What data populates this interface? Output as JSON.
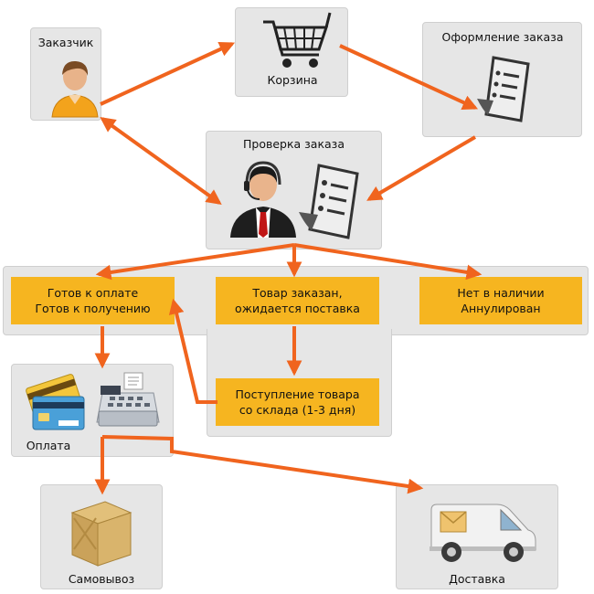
{
  "nodes": {
    "customer": "Заказчик",
    "cart": "Корзина",
    "checkout": "Оформление заказа",
    "order_check": "Проверка заказа",
    "payment": "Оплата",
    "pickup": "Самовывоз",
    "delivery": "Доставка"
  },
  "statuses": {
    "ready_line1": "Готов к оплате",
    "ready_line2": "Готов к получению",
    "ordered_line1": "Товар заказан,",
    "ordered_line2": "ожидается поставка",
    "unavailable_line1": "Нет в наличии",
    "unavailable_line2": "Аннулирован",
    "arrival_line1": "Поступление товара",
    "arrival_line2": "со склада (1-3 дня)"
  },
  "colors": {
    "arrow": "#f0641e",
    "status_fill": "#f6b520",
    "panel_fill": "#e6e6e6"
  },
  "icons": [
    "customer-avatar-icon",
    "shopping-cart-icon",
    "order-document-icon",
    "operator-headset-icon",
    "payment-cards-icon",
    "cash-register-icon",
    "parcel-box-icon",
    "delivery-van-icon"
  ]
}
